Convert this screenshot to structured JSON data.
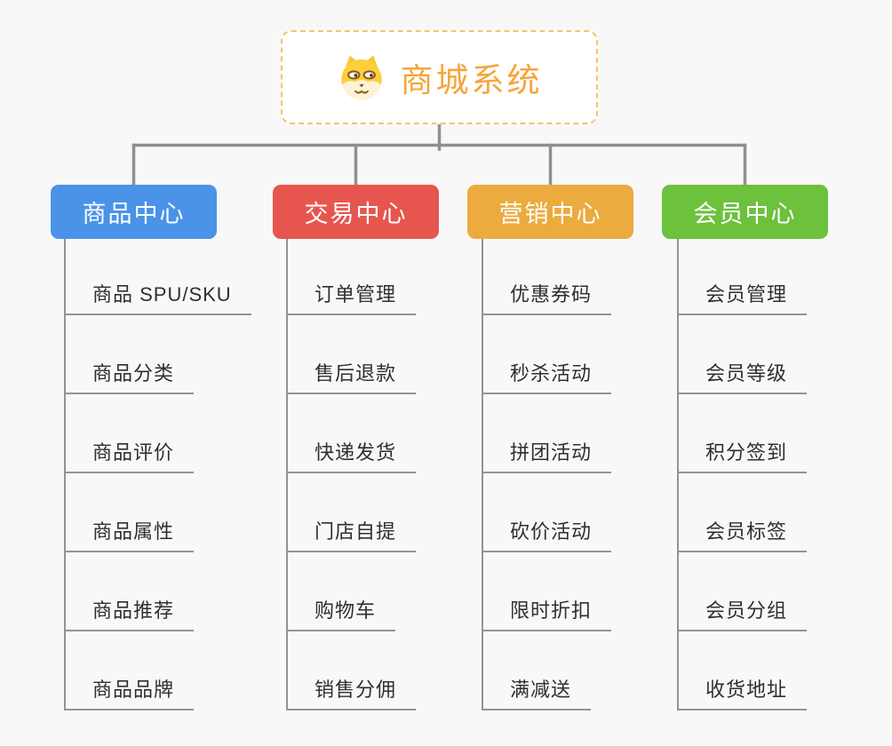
{
  "root": {
    "title": "商城系统",
    "icon": "shiba-dog-icon"
  },
  "branches": [
    {
      "label": "商品中心",
      "color": "#4b93e8",
      "items": [
        "商品 SPU/SKU",
        "商品分类",
        "商品评价",
        "商品属性",
        "商品推荐",
        "商品品牌"
      ]
    },
    {
      "label": "交易中心",
      "color": "#e7564e",
      "items": [
        "订单管理",
        "售后退款",
        "快递发货",
        "门店自提",
        "购物车",
        "销售分佣"
      ]
    },
    {
      "label": "营销中心",
      "color": "#ecab3e",
      "items": [
        "优惠券码",
        "秒杀活动",
        "拼团活动",
        "砍价活动",
        "限时折扣",
        "满减送"
      ]
    },
    {
      "label": "会员中心",
      "color": "#6cc13d",
      "items": [
        "会员管理",
        "会员等级",
        "积分签到",
        "会员标签",
        "会员分组",
        "收货地址"
      ]
    }
  ],
  "colors": {
    "background": "#f8f8f8",
    "connector": "#8f8f8f",
    "underline": "#949494",
    "leaf_text": "#2e2f33",
    "root_border": "#f6c36d",
    "root_text": "#f5a53b"
  }
}
